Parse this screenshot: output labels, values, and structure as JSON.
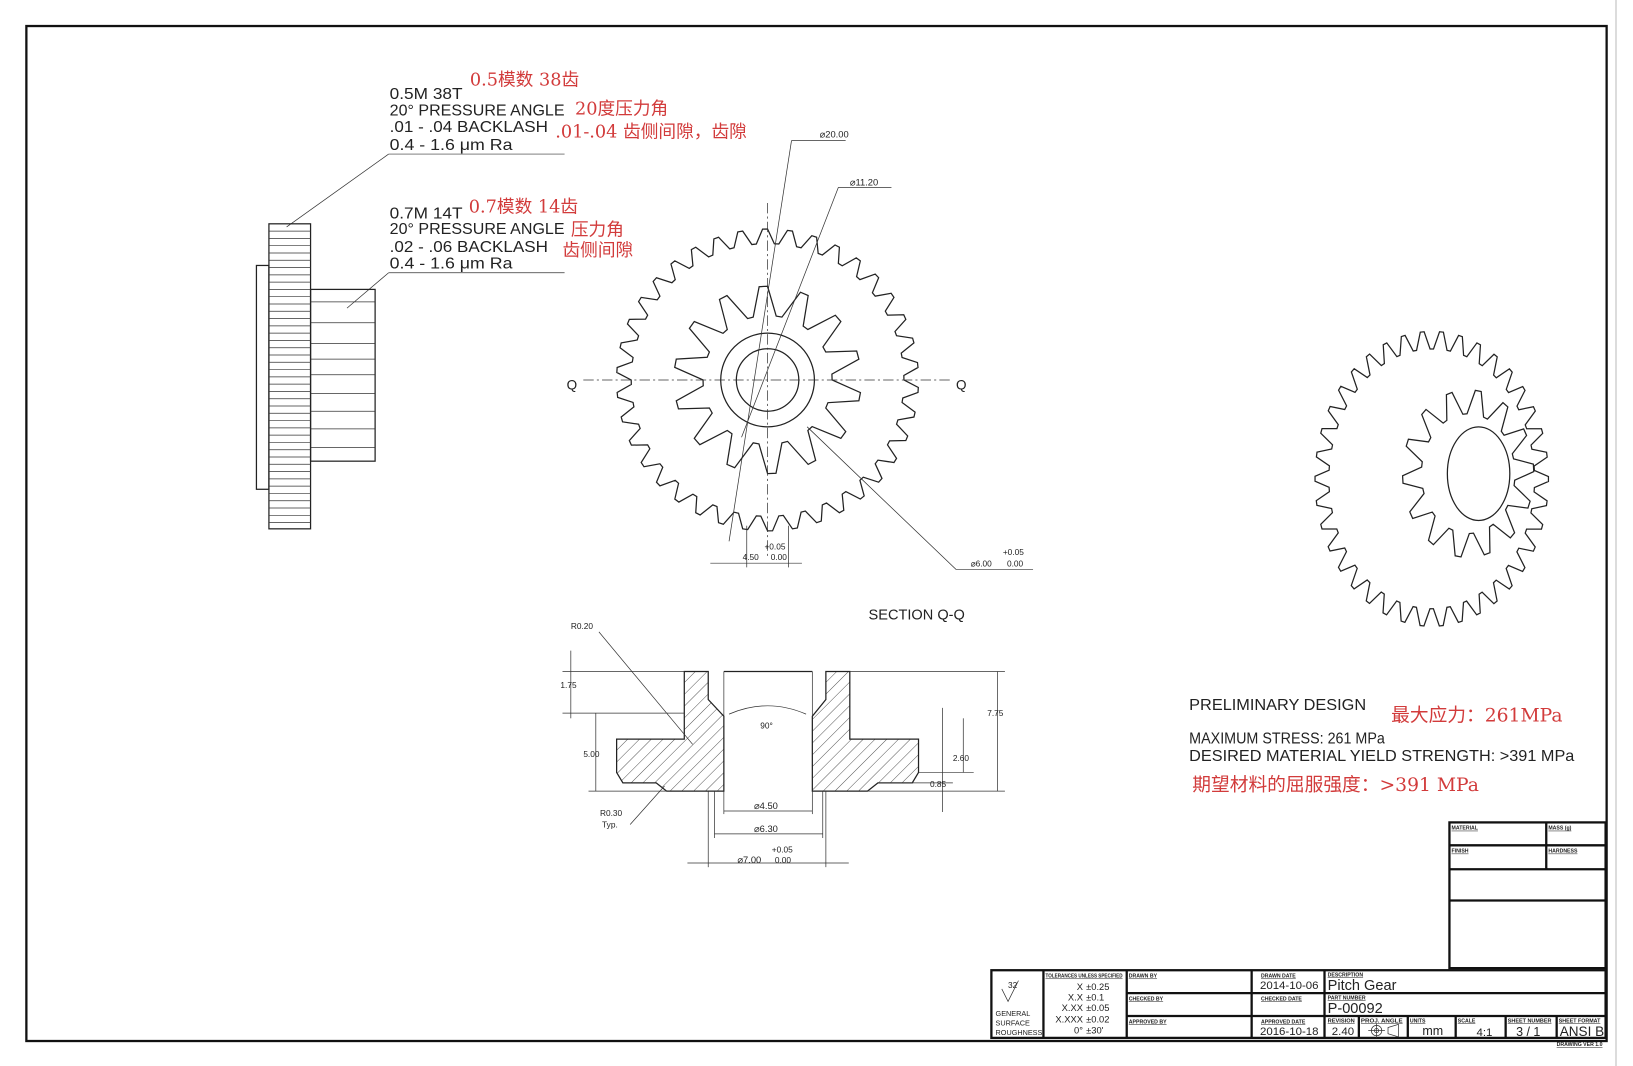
{
  "notes": {
    "gear1": {
      "l1": "0.5M 38T",
      "l2": "20° PRESSURE ANGLE",
      "l3": ".01 - .04 BACKLASH",
      "l4": "0.4 - 1.6 μm Ra"
    },
    "gear1_cn": {
      "l1": "0.5模数 38齿",
      "l2": "20度压力角",
      "l3": ".01-.04 齿侧间隙，齿隙"
    },
    "gear2": {
      "l1": "0.7M 14T",
      "l2": "20° PRESSURE ANGLE",
      "l3": ".02 - .06 BACKLASH",
      "l4": "0.4 - 1.6 μm Ra"
    },
    "gear2_cn": {
      "l1": "0.7模数 14齿",
      "l2": "压力角",
      "l3": "齿侧间隙"
    }
  },
  "front_view": {
    "dia_outer": "⌀20.00",
    "dia_inner": "⌀11.20",
    "section_mark": "Q",
    "width_tol_plus": "+0.05",
    "width_val": "4.50",
    "width_tol_minus": "0.00",
    "bore_tol_plus": "+0.05",
    "bore_val": "⌀6.00",
    "bore_tol_minus": "0.00"
  },
  "section": {
    "title": "SECTION Q-Q",
    "r020": "R0.20",
    "d175": "1.75",
    "d500": "5.00",
    "angle": "90°",
    "d775": "7.75",
    "d260": "2.60",
    "d085": "0.85",
    "r030": "R0.30",
    "typ": "Typ.",
    "dia450": "⌀4.50",
    "dia630": "⌀6.30",
    "dia700": "⌀7.00",
    "tol_plus": "+0.05",
    "tol_minus": "0.00"
  },
  "design_notes": {
    "prelim": "PRELIMINARY DESIGN",
    "max_stress": "MAXIMUM STRESS: 261 MPa",
    "yield": "DESIRED MATERIAL YIELD STRENGTH: >391 MPa",
    "max_stress_cn": "最大应力：261MPa",
    "yield_cn": "期望材料的屈服强度：>391 MPa"
  },
  "title_block": {
    "material_label": "MATERIAL",
    "finish_label": "FINISH",
    "mass_label": "MASS (g)",
    "hardness_label": "HARDNESS",
    "surface_symbol": "32",
    "surface_l1": "GENERAL",
    "surface_l2": "SURFACE",
    "surface_l3": "ROUGHNESS",
    "tol_header": "TOLERANCES UNLESS SPECIFIED",
    "tol": [
      [
        "X",
        "±0.25"
      ],
      [
        "X.X",
        "±0.1"
      ],
      [
        "X.XX",
        "±0.05"
      ],
      [
        "X.XXX",
        "±0.02"
      ],
      [
        "0°",
        "±30'"
      ]
    ],
    "drawn_by_label": "DRAWN BY",
    "checked_by_label": "CHECKED BY",
    "approved_by_label": "APPROVED BY",
    "drawn_date_label": "DRAWN DATE",
    "drawn_date": "2014-10-06",
    "checked_date_label": "CHECKED DATE",
    "approved_date_label": "APPROVED DATE",
    "approved_date": "2016-10-18",
    "desc_label": "DESCRIPTION",
    "desc": "Pitch Gear",
    "part_label": "PART NUMBER",
    "part": "P-00092",
    "rev_label": "REVISION",
    "rev": "2.40",
    "proj_label": "PROJ. ANGLE",
    "units_label": "UNITS",
    "units": "mm",
    "scale_label": "SCALE",
    "scale": "4:1",
    "sheet_label": "SHEET NUMBER",
    "sheet": "3 / 1",
    "format_label": "SHEET FORMAT",
    "format": "ANSI B",
    "drawing_ver": "DRAWING VER 1.0"
  }
}
